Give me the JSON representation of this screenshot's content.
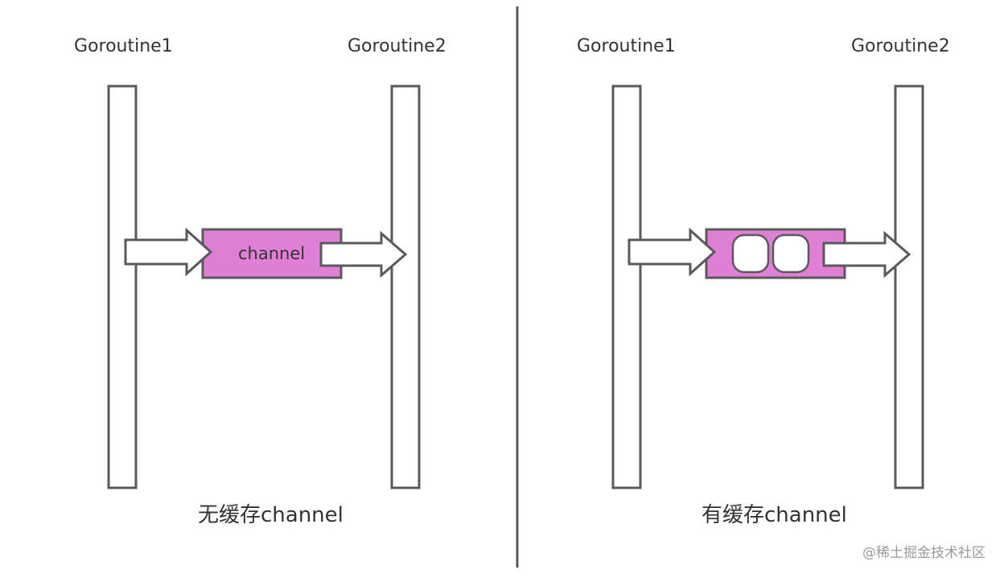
{
  "left_panel": {
    "goroutine_a": "Goroutine1",
    "goroutine_b": "Goroutine2",
    "channel_label": "channel",
    "caption": "无缓存channel"
  },
  "right_panel": {
    "goroutine_a": "Goroutine1",
    "goroutine_b": "Goroutine2",
    "caption": "有缓存channel",
    "buffer_slots": 2
  },
  "watermark": "@稀土掘金技术社区",
  "colors": {
    "stroke": "#5a5a5a",
    "channel_fill": "#e07fd6",
    "bar_fill": "#ffffff",
    "divider": "#5a5a5a"
  }
}
